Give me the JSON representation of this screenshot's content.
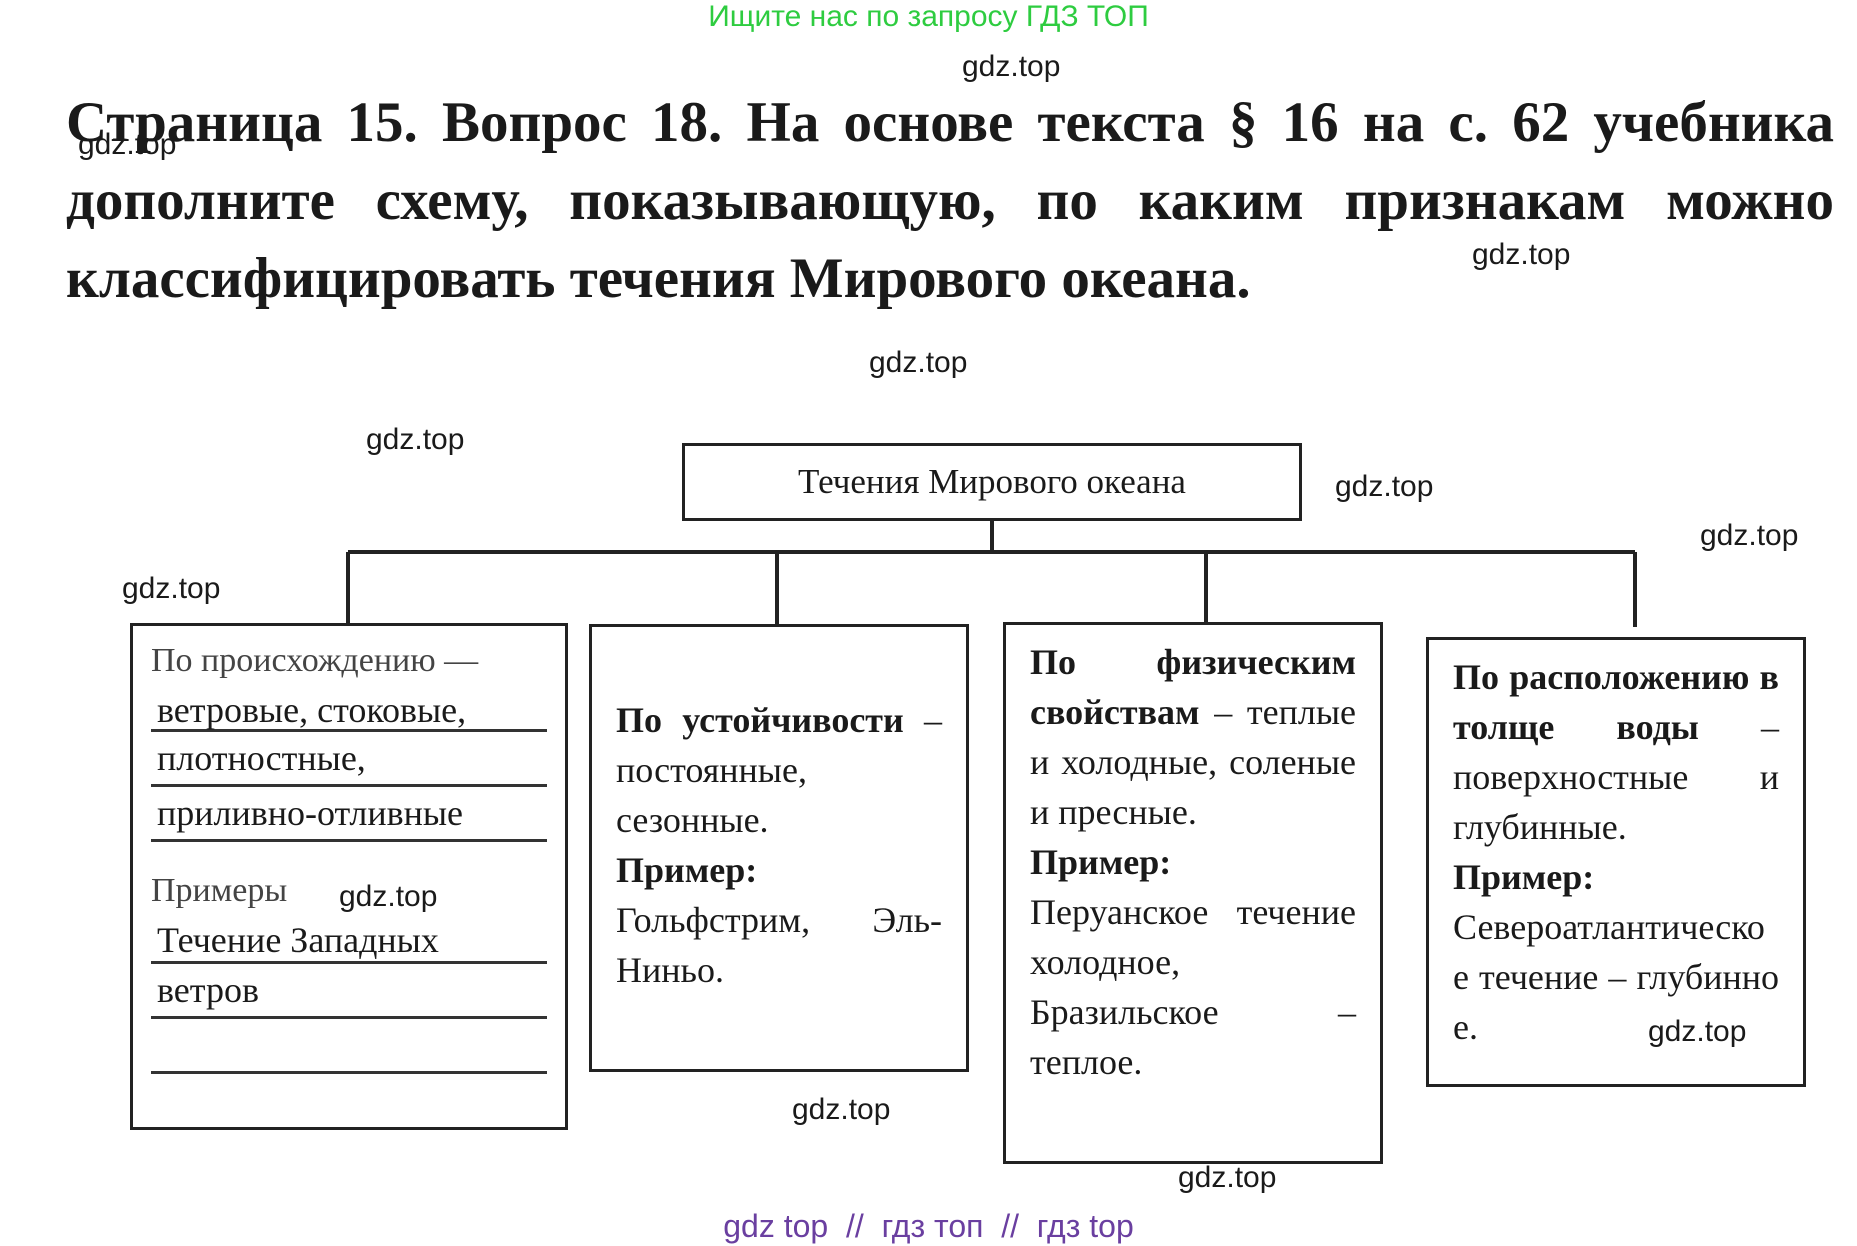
{
  "banner": "Ищите нас по запросу ГДЗ ТОП",
  "heading": "Страница 15. Вопрос 18. На основе текста § 16 на с. 62 учебника дополните схему, показывающую, по каким признакам можно классифицировать течения Мирового океана.",
  "watermark": "gdz.top",
  "diagram": {
    "root": "Течения Мирового океана",
    "branch1": {
      "label": "По происхождению —",
      "lines": [
        "ветровые, стоковые,",
        "плотностные,",
        "приливно-отливные"
      ],
      "examples_label": "Примеры",
      "example_lines": [
        "Течение Западных",
        "ветров",
        ""
      ]
    },
    "branch2": {
      "title": "По устойчивости",
      "text": "– постоянные, сезонные.",
      "example_label": "Пример:",
      "example": "Гольфстрим, Эль-Ниньо."
    },
    "branch3": {
      "title": "По физическим свойствам",
      "text": "– теплые и холодные, соленые и пресные.",
      "example_label": "Пример:",
      "example": "Перуанское течение холодное, Бразильское – теплое."
    },
    "branch4": {
      "title": "По расположению в толще воды",
      "text": "– поверхностные и глубинные.",
      "example_label": "Пример:",
      "example": "Североатлантическое течение – глубинное."
    }
  },
  "footer_links": "gdz top  //  гдз топ  //  гдз top"
}
